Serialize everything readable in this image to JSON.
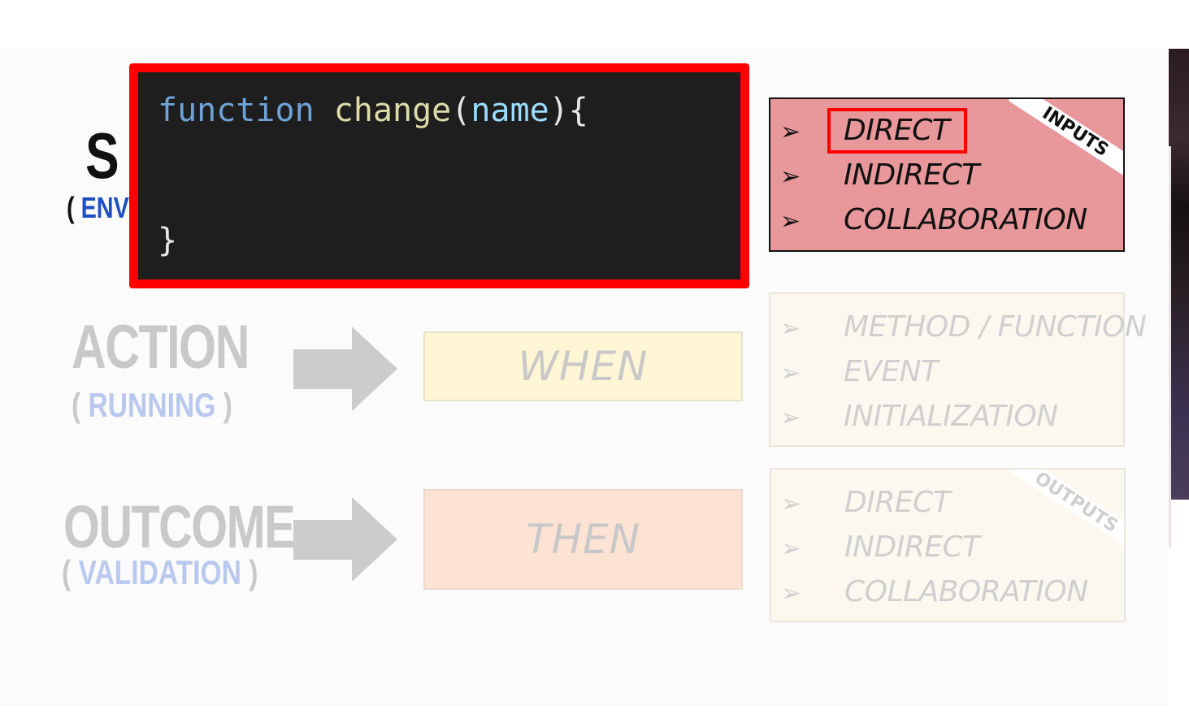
{
  "colors": {
    "code_border": "#ff0000",
    "code_bg": "#1e1e1e",
    "inputs_fill": "#e8979a",
    "when_fill": "#fff6d5",
    "then_fill": "#fde3d4",
    "faded_text": "#c9c9c9",
    "faded_blue": "#b9c8ee",
    "env_blue": "#1f4fc4"
  },
  "code": {
    "keyword": "function",
    "name": "change",
    "param": "name",
    "open": "(",
    "close_paren": "){",
    "closing_brace": "}"
  },
  "rows": {
    "setup": {
      "title_partial": "S",
      "subtitle_open": "( ",
      "subtitle_word": "ENV"
    },
    "action": {
      "title": "ACTION",
      "subtitle_open": "( ",
      "subtitle_word": "RUNNING",
      "subtitle_close": " )",
      "box_label": "WHEN"
    },
    "outcome": {
      "title": "OUTCOME",
      "subtitle_open": "( ",
      "subtitle_word": "VALIDATION",
      "subtitle_close": " )",
      "box_label": "THEN"
    }
  },
  "inputs_box": {
    "ribbon": "INPUTS",
    "bullet": "➢",
    "items": [
      "DIRECT",
      "INDIRECT",
      "COLLABORATION"
    ],
    "highlighted": "DIRECT"
  },
  "action_box": {
    "bullet": "➢",
    "items": [
      "METHOD / FUNCTION",
      "EVENT",
      "INITIALIZATION"
    ]
  },
  "outputs_box": {
    "ribbon": "OUTPUTS",
    "bullet": "➢",
    "items": [
      "DIRECT",
      "INDIRECT",
      "COLLABORATION"
    ]
  }
}
